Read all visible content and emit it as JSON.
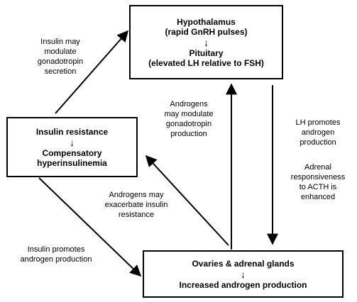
{
  "nodes": {
    "hypothalamus": {
      "line1": "Hypothalamus",
      "line2": "(rapid GnRH pulses)",
      "arrow": "↓",
      "line3": "Pituitary",
      "line4": "(elevated LH relative to FSH)"
    },
    "insulin": {
      "line1": "Insulin resistance",
      "arrow": "↓",
      "line2": "Compensatory",
      "line3": "hyperinsulinemia"
    },
    "ovaries": {
      "line1": "Ovaries & adrenal glands",
      "arrow": "↓",
      "line2": "Increased androgen production"
    }
  },
  "edge_labels": {
    "insulin_to_gonadotropin": [
      "Insulin may",
      "modulate",
      "gonadotropin",
      "secretion"
    ],
    "androgens_to_gonadotropin": [
      "Androgens",
      "may modulate",
      "gonadotropin",
      "production"
    ],
    "lh_promotes": [
      "LH promotes",
      "androgen",
      "production"
    ],
    "adrenal": [
      "Adrenal",
      "responsiveness",
      "to ACTH is",
      "enhanced"
    ],
    "androgens_insulin": [
      "Androgens may",
      "exacerbate insulin",
      "resistance"
    ],
    "insulin_promotes": [
      "Insulin promotes",
      "androgen production"
    ]
  }
}
